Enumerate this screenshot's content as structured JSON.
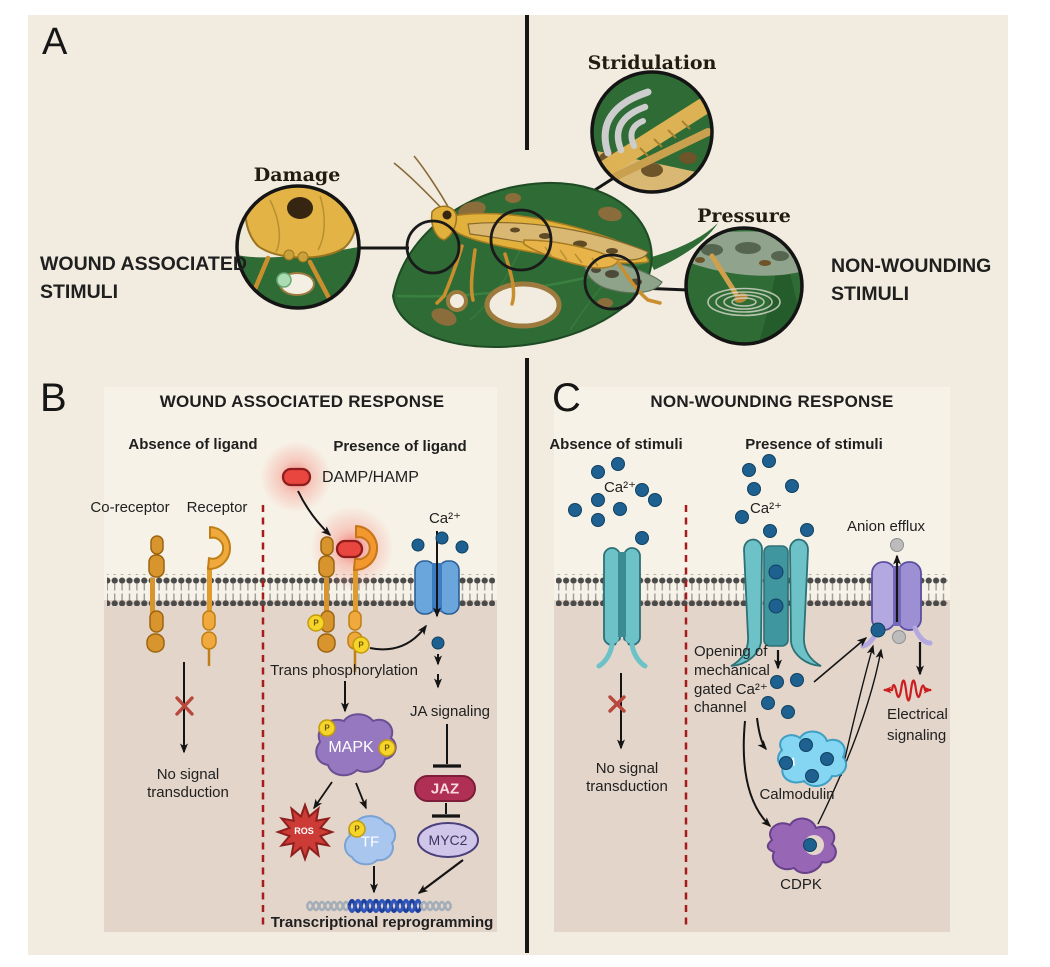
{
  "panel_a": {
    "label": "A",
    "wound_stimuli": "WOUND ASSOCIATED STIMULI",
    "non_wounding_stimuli": "NON-WOUNDING STIMULI",
    "insets": {
      "damage": "Damage",
      "stridulation": "Stridulation",
      "pressure": "Pressure"
    }
  },
  "panel_b": {
    "label": "B",
    "title": "WOUND ASSOCIATED RESPONSE",
    "absence_header": "Absence of ligand",
    "presence_header": "Presence of ligand",
    "ligand": "DAMP/HAMP",
    "co_receptor": "Co-receptor",
    "receptor": "Receptor",
    "calcium": "Ca²⁺",
    "trans_phosphorylation": "Trans phosphorylation",
    "ja_signaling": "JA signaling",
    "no_signal": "No signal transduction",
    "mapk": "MAPK",
    "ros": "ROS",
    "tf": "TF",
    "jaz": "JAZ",
    "myc2": "MYC2",
    "phospho": "P",
    "transcriptional_reprogramming": "Transcriptional reprogramming"
  },
  "panel_c": {
    "label": "C",
    "title": "NON-WOUNDING RESPONSE",
    "absence_header": "Absence of stimuli",
    "presence_header": "Presence of stimuli",
    "calcium": "Ca²⁺",
    "anion_efflux": "Anion efflux",
    "channel_opening": "Opening of mechanical gated Ca²⁺ channel",
    "calmodulin": "Calmodulin",
    "cdpk": "CDPK",
    "electrical_signaling": "Electrical signaling",
    "no_signal": "No signal transduction"
  },
  "colors": {
    "background_cream": "#f1ecdf",
    "card_cream": "#f7f2e7",
    "cytoplasm_tan": "#e3d5ca",
    "leaf_green": "#2f6b35",
    "grasshopper_yellow": "#e2b13c",
    "calcium_ion": "#1e6191",
    "anion_ion": "#bcbcbc",
    "receptor_orange": "#f0a93c",
    "co_receptor_orange": "#d8952e",
    "ligand_red": "#e8463e",
    "ca_channel_blue": "#6aa5dc",
    "mechano_channel_teal": "#6cc2c6",
    "anion_channel_purple": "#b3a8e0",
    "mapk_purple": "#9678c0",
    "ros_red": "#cc3b35",
    "tf_blue": "#a9c6ef",
    "jaz_crimson": "#b03055",
    "myc2_lavender": "#cfc6e9",
    "calmodulin_blue": "#85d6f2",
    "cdpk_purple": "#9766b5",
    "phospho_yellow": "#f6d52a",
    "divider_red": "#a61c1c",
    "electrical_red": "#cc1f1f"
  }
}
